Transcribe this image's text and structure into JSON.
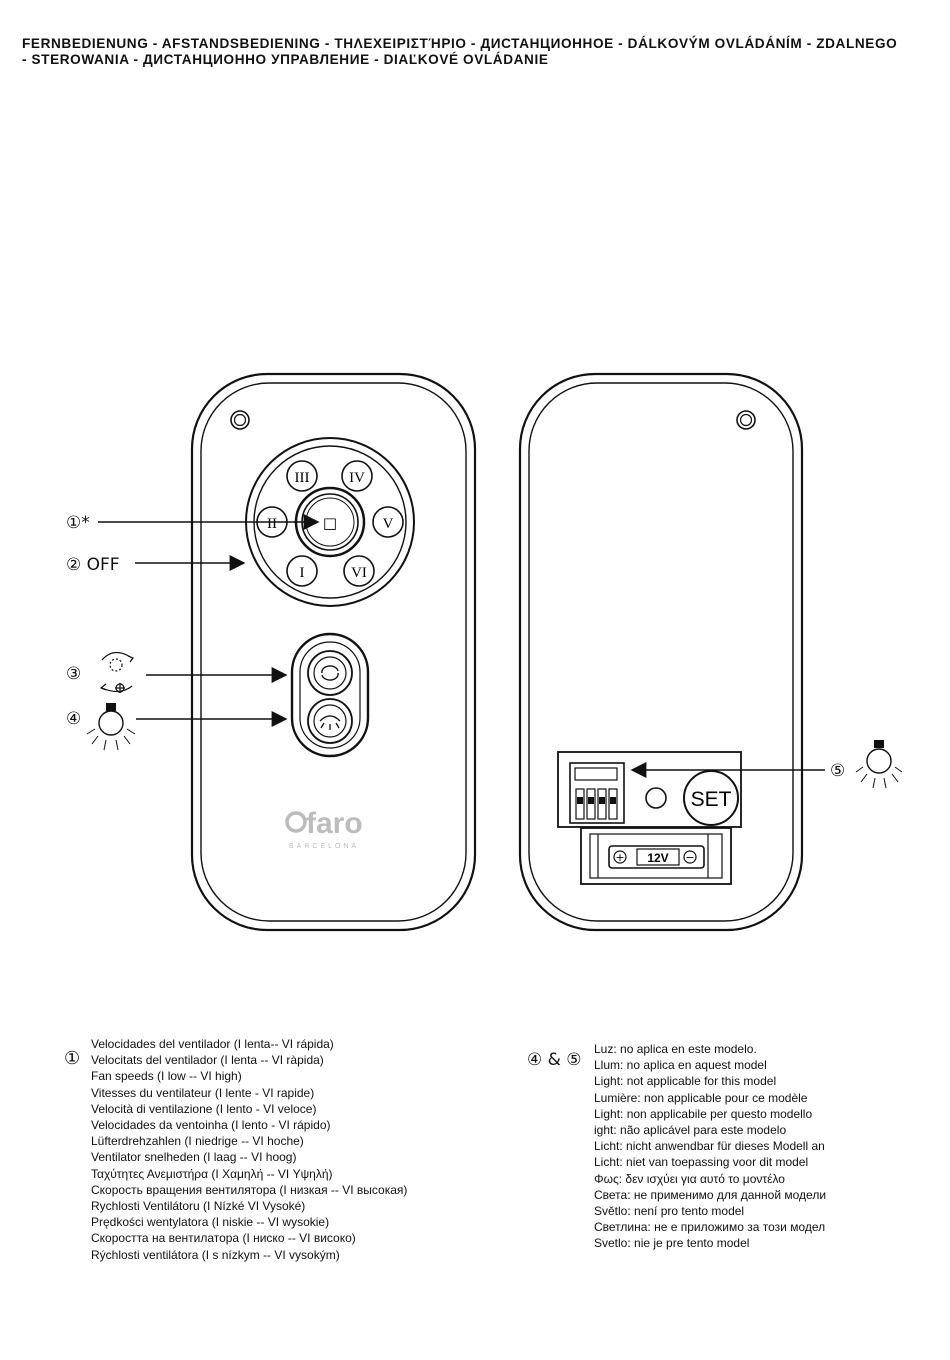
{
  "heading": {
    "line1": "FERNBEDIENUNG - AFSTANDSBEDIENING - ΤΗΛΕΧΕΙΡΙΣΤΉΡΙΟ - ДИСТАНЦИОННОЕ - DÁLKOVÝM OVLÁDÁNÍM - ZDALNEGO",
    "line2": "-  STEROWANIA - ДИСТАНЦИОННО УПРАВЛЕНИЕ - DIAĽKOVÉ OVLÁDANIE"
  },
  "callouts": {
    "c1": "①*",
    "c2": "② OFF",
    "c3": "③",
    "c4": "④",
    "c5": "⑤",
    "c45": "④ & ⑤",
    "c1_list": "①"
  },
  "remote_front": {
    "speed_buttons": [
      "I",
      "II",
      "III",
      "IV",
      "V",
      "VI"
    ],
    "stop_symbol": "□",
    "brand": "faro",
    "brand_sub": "BARCELONA"
  },
  "remote_back": {
    "set_label": "SET",
    "battery_label": "12V",
    "plus": "+",
    "minus": "−"
  },
  "fan_speeds": [
    "Velocidades del ventilador (I lenta-- VI rápida)",
    "Velocitats del ventilador (I lenta -- VI ràpida)",
    "Fan speeds (I low -- VI high)",
    "Vitesses du ventilateur (I lente - VI rapide)",
    "Velocità di ventilazione (I lento - VI veloce)",
    "Velocidades da ventoinha (I lento - VI rápido)",
    "Lüfterdrehzahlen (I niedrige -- VI hoche)",
    "Ventilator snelheden (I laag -- VI hoog)",
    "Ταχύτητες Ανεμιστήρα (I Χαμηλή -- VI Υψηλή)",
    "Скорость вращения вентилятора (I низкая -- VI высокая)",
    "Rychlosti Ventilátoru (I Nízké VI Vysoké)",
    "Prędkości wentylatora (I niskie -- VI wysokie)",
    "Скоростта на вентилатора (I ниско -- VI високо)",
    "Rýchlosti ventilátora (I s nízkym -- VI vysokým)"
  ],
  "light_na": [
    "Luz: no aplica en este modelo.",
    "Llum: no aplica en aquest model",
    "Light: not applicable for this model",
    "Lumière: non applicable pour ce modèle",
    "Light: non applicabile per questo modello",
    "ight: não aplicável para este modelo",
    "Licht: nicht anwendbar für dieses Modell an",
    "Licht: niet van toepassing voor dit model",
    "Φως: δεν ισχύει για αυτό το μοντέλο",
    "Света: не применимо для данной модели",
    "Světlo: není pro tento model",
    "Светлина: не е приложимо за този модел",
    "Svetlo: nie je pre tento model"
  ]
}
